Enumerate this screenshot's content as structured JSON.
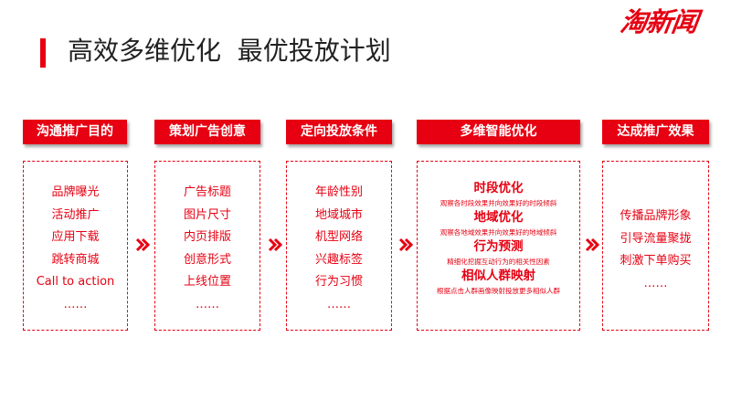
{
  "brand": {
    "logo_text": "淘新闻",
    "accent_color": "#e60012"
  },
  "page": {
    "title": "高效多维优化  最优投放计划"
  },
  "columns": [
    {
      "header": "沟通推广目的",
      "items": [
        "品牌曝光",
        "活动推广",
        "应用下载",
        "跳转商城",
        "Call to action",
        "……"
      ]
    },
    {
      "header": "策划广告创意",
      "items": [
        "广告标题",
        "图片尺寸",
        "内页排版",
        "创意形式",
        "上线位置",
        "……"
      ]
    },
    {
      "header": "定向投放条件",
      "items": [
        "年龄性别",
        "地域城市",
        "机型网络",
        "兴趣标签",
        "行为习惯",
        "……"
      ]
    },
    {
      "header": "多维智能优化",
      "items": [
        {
          "title": "时段优化",
          "desc": "观察各时段效果并向效果好的时段倾斜"
        },
        {
          "title": "地域优化",
          "desc": "观察各地域效果并向效果好的地域倾斜"
        },
        {
          "title": "行为预测",
          "desc": "精细化挖掘互动行为的相关性因素"
        },
        {
          "title": "相似人群映射",
          "desc": "根据点击人群画像映射投放更多相似人群"
        }
      ]
    },
    {
      "header": "达成推广效果",
      "items": [
        "传播品牌形象",
        "引导流量聚拢",
        "刺激下单购买",
        "……"
      ]
    }
  ],
  "icons": {
    "arrow": "double-chevron-right-icon"
  }
}
